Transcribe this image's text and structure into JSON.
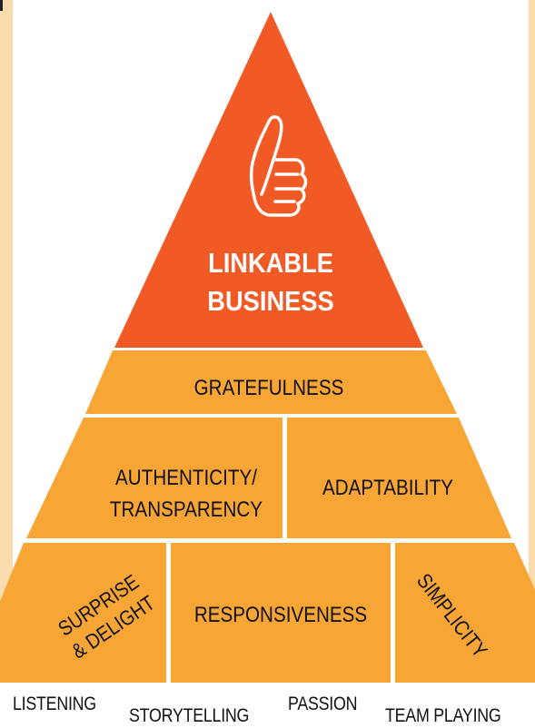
{
  "colors": {
    "apex": "#f15a24",
    "tier": "#f7a535",
    "divider": "#ffffff",
    "side_strip": "#fbdcae",
    "title_text": "#ffffff",
    "label_text": "#111111"
  },
  "apex": {
    "icon": "thumbs-up-icon",
    "title_line1": "LINKABLE",
    "title_line2": "BUSINESS"
  },
  "tiers": {
    "top": {
      "label": "GRATEFULNESS"
    },
    "middle": {
      "left_line1": "AUTHENTICITY/",
      "left_line2": "TRANSPARENCY",
      "right": "ADAPTABILITY"
    },
    "bottom": {
      "left_line1": "SURPRISE",
      "left_line2": "& DELIGHT",
      "center": "RESPONSIVENESS",
      "right": "SIMPLICITY"
    }
  },
  "foundation": [
    "LISTENING",
    "STORYTELLING",
    "PASSION",
    "TEAM PLAYING"
  ]
}
